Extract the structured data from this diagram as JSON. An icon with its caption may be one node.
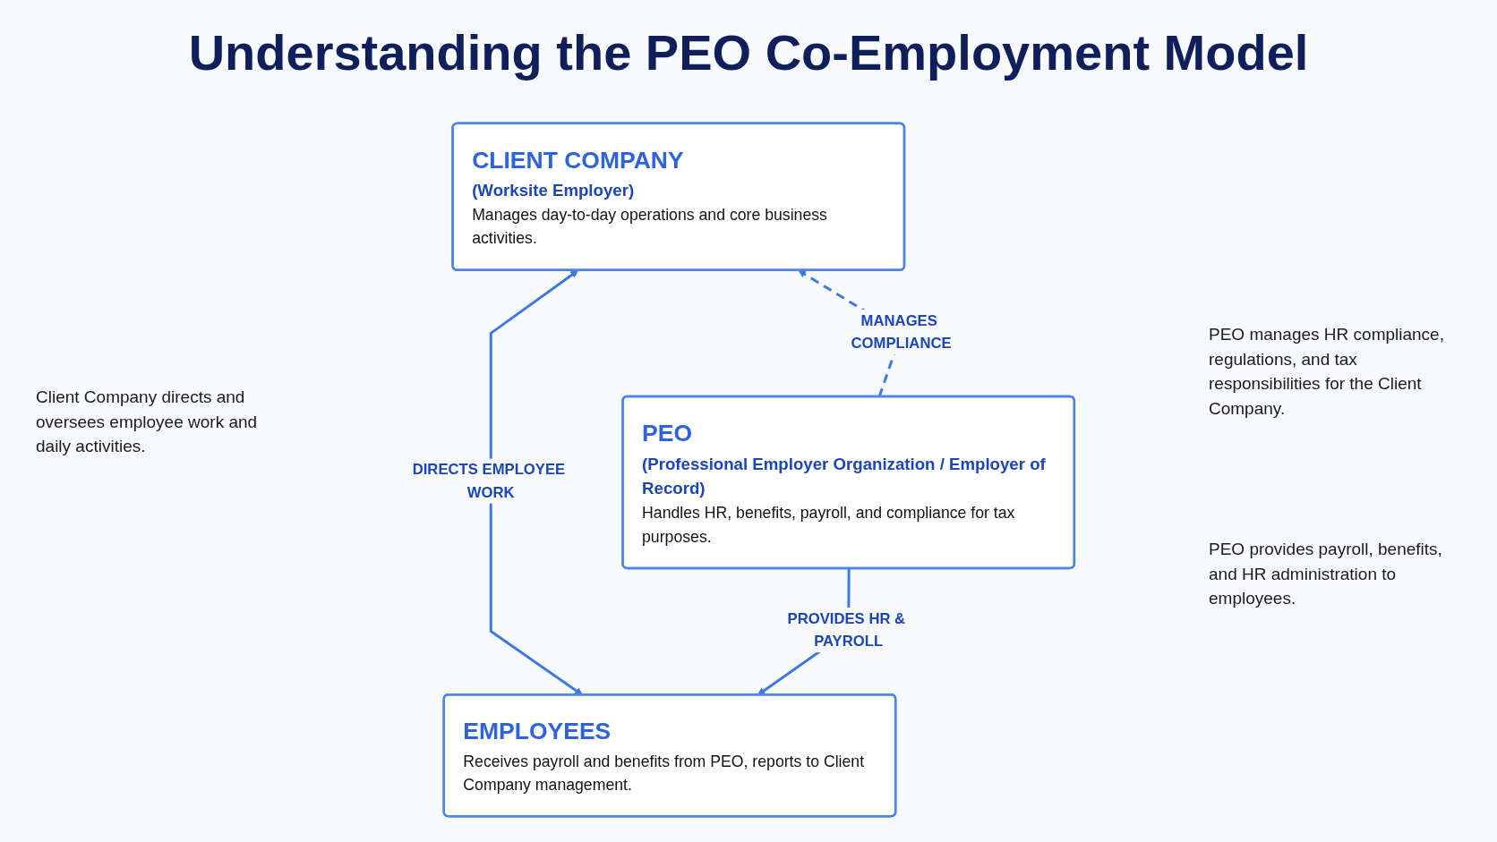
{
  "diagram": {
    "title": "Understanding the PEO Co-Employment Model",
    "nodes": [
      {
        "text": [
          "CLIENT COMPANY",
          "(Worksite Employer)",
          "Manages day-to-day operations and core business activities."
        ]
      },
      {
        "text": [
          "PEO",
          "(Professional Employer Organization / Employer of Record)",
          "Handles HR, benefits, payroll, and compliance for tax purposes."
        ]
      },
      {
        "text": [
          "EMPLOYEES",
          "Receives payroll and benefits from PEO, reports to Client Company management."
        ]
      }
    ],
    "edges": [
      {
        "from": 0,
        "to": 2,
        "arrow": "both",
        "label": "DIRECTS EMPLOYEE WORK"
      },
      {
        "from": 1,
        "to": 0,
        "arrow": "to",
        "style": "dashed",
        "label": "MANAGES COMPLIANCE"
      },
      {
        "from": 1,
        "to": 2,
        "arrow": "to",
        "label": "PROVIDES HR & PAYROLL"
      }
    ],
    "labels": [
      "Client Company directs and oversees employee work and daily activities.",
      "PEO manages HR compliance, regulations, and tax responsibilities for the Client Company.",
      "PEO provides payroll, benefits, and HR administration to employees."
    ]
  }
}
